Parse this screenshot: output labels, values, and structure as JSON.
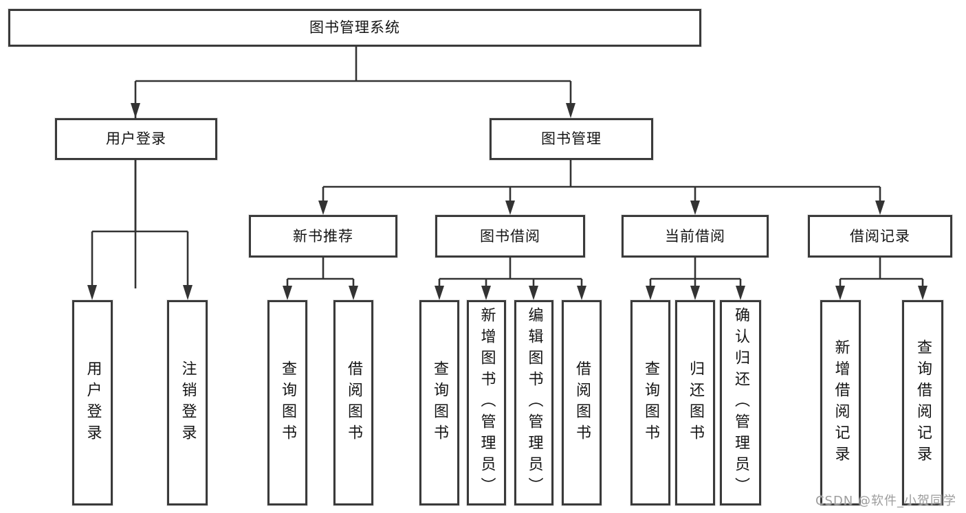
{
  "colors": {
    "line": "#333333",
    "box_border": "#3a3a3a",
    "text": "#141414",
    "watermark": "#9d9d9d",
    "background": "#ffffff"
  },
  "watermark": "CSDN @软件_小贺同学",
  "tree": {
    "root": {
      "label": "图书管理系统"
    },
    "branches": [
      {
        "label": "用户登录",
        "children": [
          {
            "label": "用户登录"
          },
          {
            "label": "注销登录"
          }
        ]
      },
      {
        "label": "图书管理",
        "children": [
          {
            "label": "新书推荐",
            "children": [
              {
                "label": "查询图书"
              },
              {
                "label": "借阅图书"
              }
            ]
          },
          {
            "label": "图书借阅",
            "children": [
              {
                "label": "查询图书"
              },
              {
                "label": "新增图书（管理员）"
              },
              {
                "label": "编辑图书（管理员）"
              },
              {
                "label": "借阅图书"
              }
            ]
          },
          {
            "label": "当前借阅",
            "children": [
              {
                "label": "查询图书"
              },
              {
                "label": "归还图书"
              },
              {
                "label": "确认归还（管理员）"
              }
            ]
          },
          {
            "label": "借阅记录",
            "children": [
              {
                "label": "新增借阅记录"
              },
              {
                "label": "查询借阅记录"
              }
            ]
          }
        ]
      }
    ]
  }
}
